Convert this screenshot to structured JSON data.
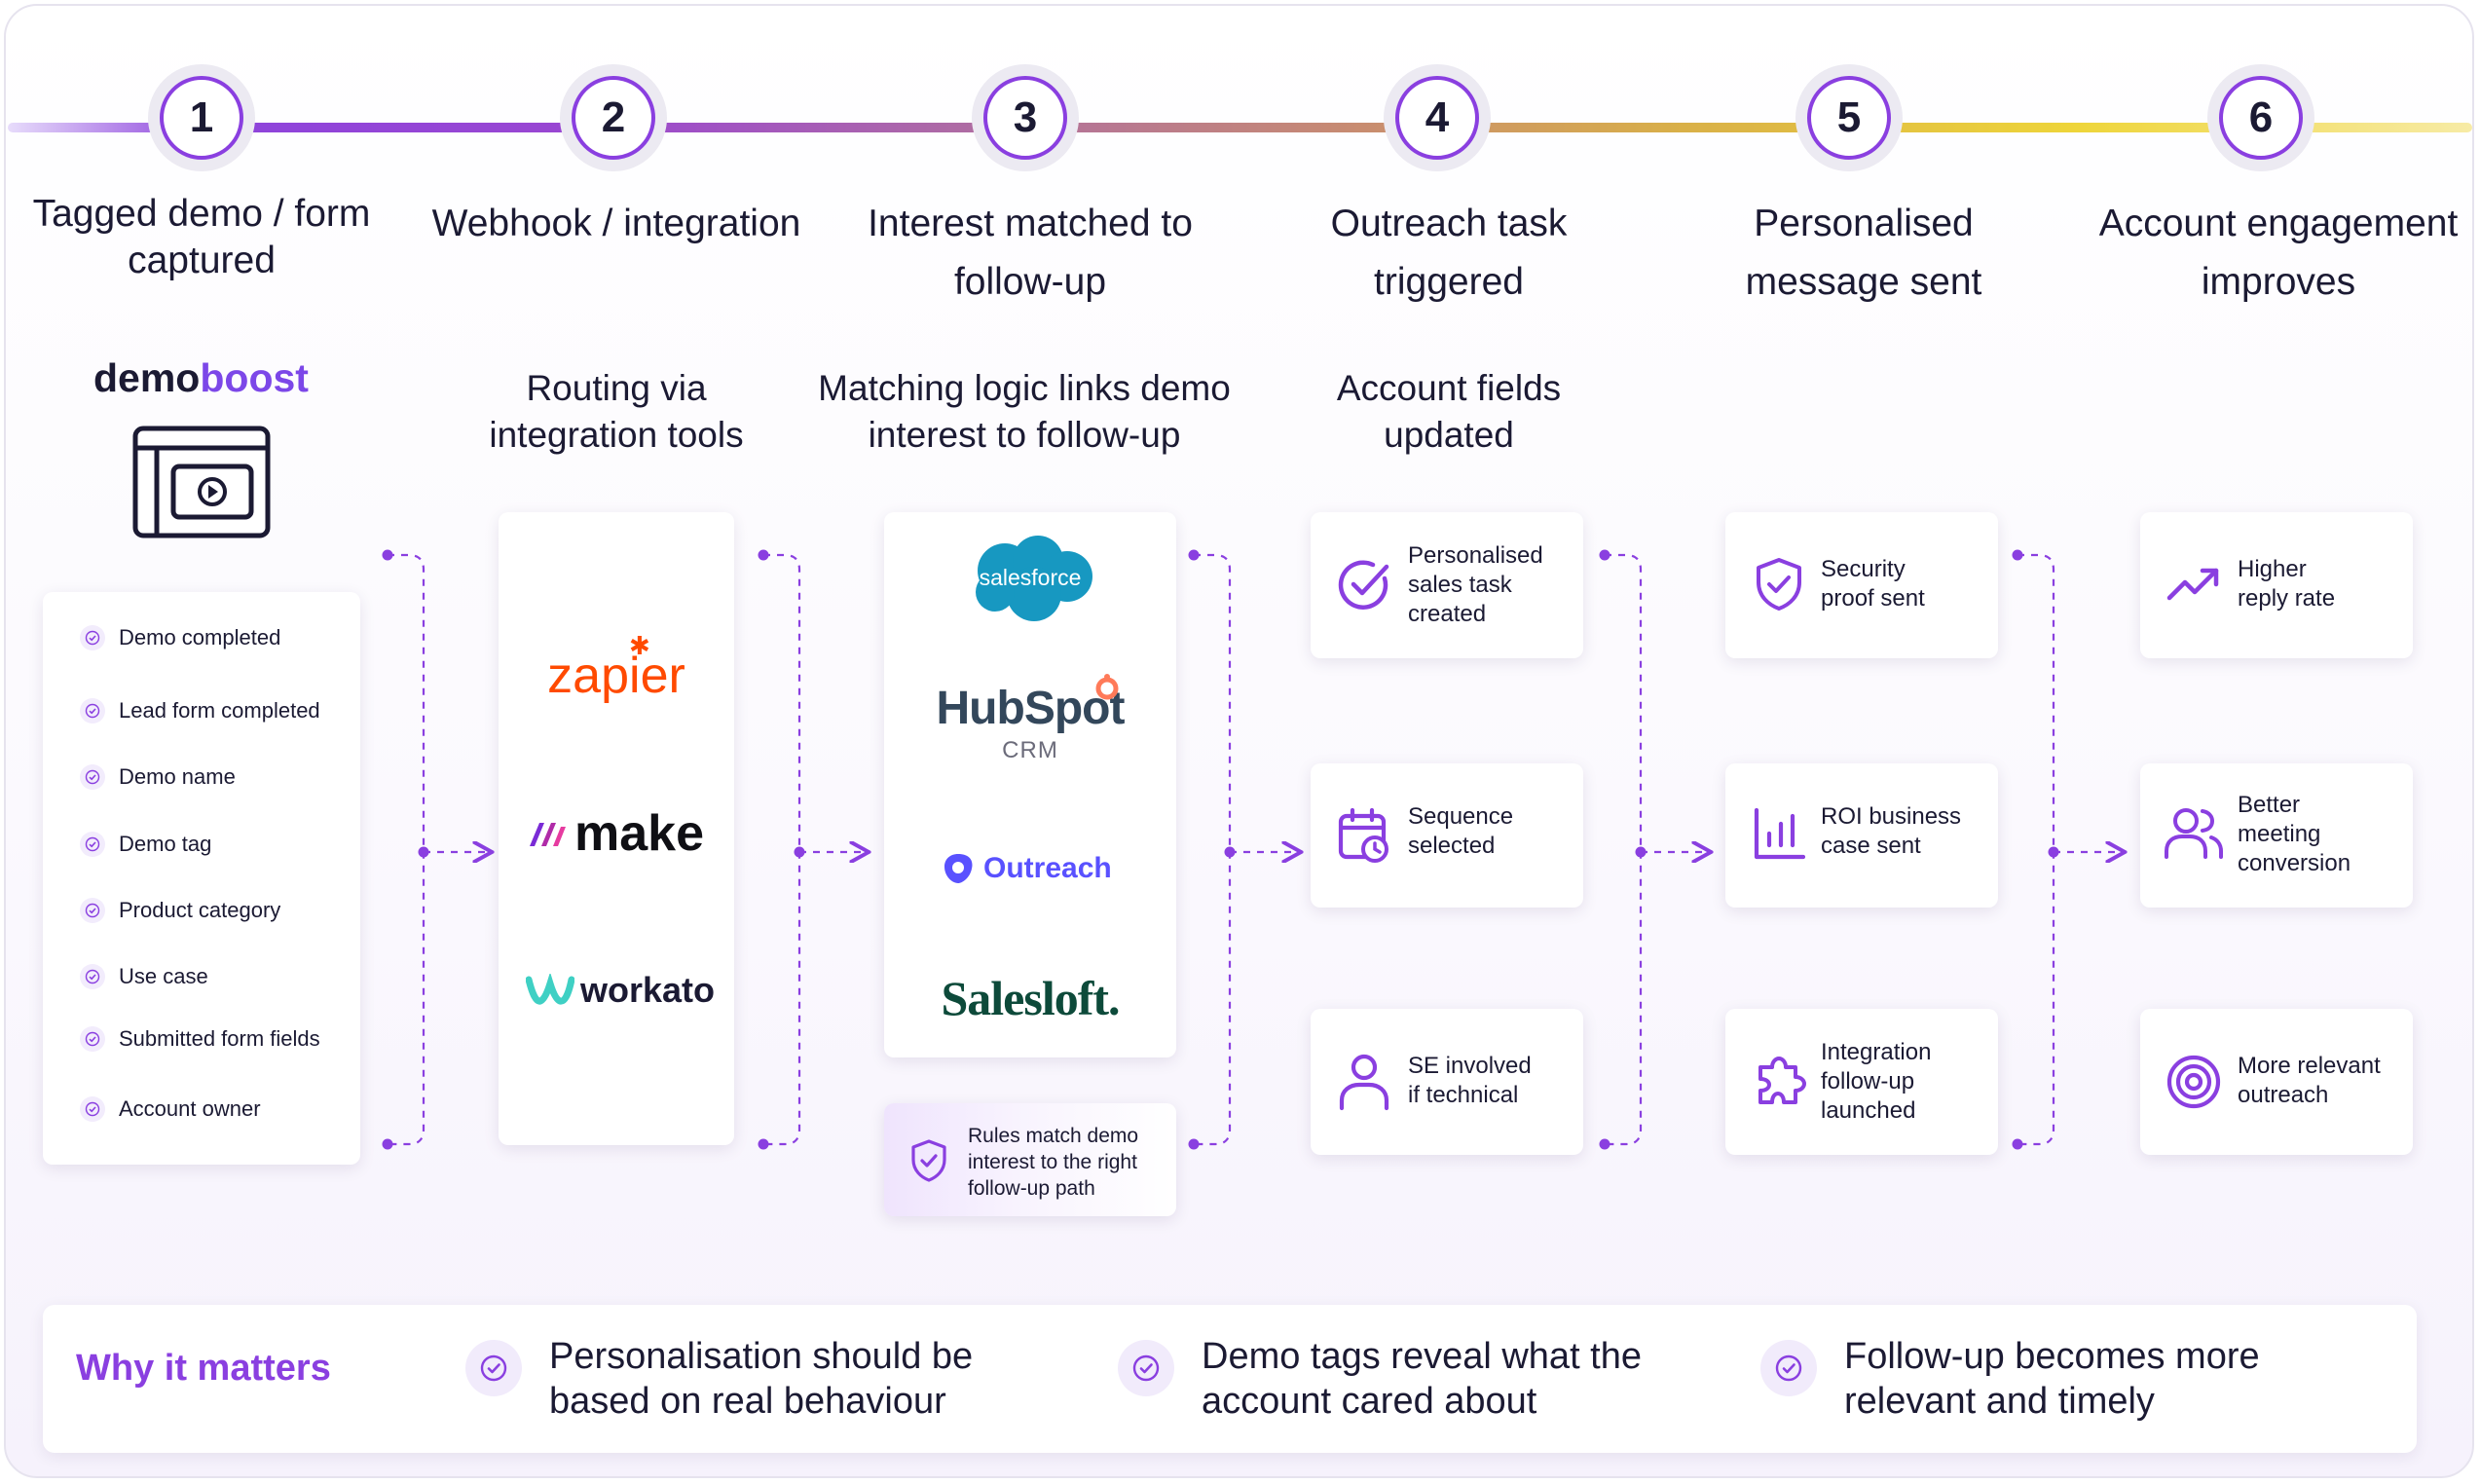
{
  "steps": [
    {
      "number": "1",
      "title_line1": "Tagged demo / form",
      "title_line2": "captured"
    },
    {
      "number": "2",
      "title_line1": "Webhook / integration",
      "title_line2": ""
    },
    {
      "number": "3",
      "title_line1": "Interest matched to",
      "title_line2": "follow-up"
    },
    {
      "number": "4",
      "title_line1": "Outreach task",
      "title_line2": "triggered"
    },
    {
      "number": "5",
      "title_line1": "Personalised",
      "title_line2": "message sent"
    },
    {
      "number": "6",
      "title_line1": "Account engagement",
      "title_line2": "improves"
    }
  ],
  "column1": {
    "brand_part1": "demo",
    "brand_part2": "boost",
    "checklist": [
      "Demo completed",
      "Lead form completed",
      "Demo name",
      "Demo tag",
      "Product category",
      "Use case",
      "Submitted form fields",
      "Account owner"
    ]
  },
  "column2": {
    "heading_line1": "Routing via",
    "heading_line2": "integration tools",
    "logos": [
      "zapier",
      "make",
      "workato"
    ]
  },
  "column3": {
    "heading_line1": "Matching logic links demo",
    "heading_line2": "interest to follow-up",
    "logos": {
      "salesforce": "salesforce",
      "hubspot": "HubSpot",
      "hubspot_sub": "CRM",
      "outreach": "Outreach",
      "salesloft": "Salesloft."
    },
    "rules_line1": "Rules match demo",
    "rules_line2": "interest to the right",
    "rules_line3": "follow-up path"
  },
  "column4": {
    "heading_line1": "Account fields",
    "heading_line2": "updated",
    "items": [
      {
        "icon": "check-circle-icon",
        "line1": "Personalised",
        "line2": "sales task",
        "line3": "created"
      },
      {
        "icon": "calendar-icon",
        "line1": "Sequence",
        "line2": "selected",
        "line3": ""
      },
      {
        "icon": "user-icon",
        "line1": "SE involved",
        "line2": "if technical",
        "line3": ""
      }
    ]
  },
  "column5": {
    "items": [
      {
        "icon": "shield-check-icon",
        "line1": "Security",
        "line2": "proof sent",
        "line3": ""
      },
      {
        "icon": "bar-chart-icon",
        "line1": "ROI business",
        "line2": "case sent",
        "line3": ""
      },
      {
        "icon": "puzzle-icon",
        "line1": "Integration",
        "line2": "follow-up",
        "line3": "launched"
      }
    ]
  },
  "column6": {
    "items": [
      {
        "icon": "trend-up-icon",
        "line1": "Higher",
        "line2": "reply rate",
        "line3": ""
      },
      {
        "icon": "users-icon",
        "line1": "Better",
        "line2": "meeting",
        "line3": "conversion"
      },
      {
        "icon": "target-icon",
        "line1": "More relevant",
        "line2": "outreach",
        "line3": ""
      }
    ]
  },
  "why": {
    "title": "Why it matters",
    "items": [
      {
        "line1": "Personalisation should be",
        "line2": "based on real behaviour"
      },
      {
        "line1": "Demo tags reveal what the",
        "line2": "account cared about"
      },
      {
        "line1": "Follow-up becomes more",
        "line2": "relevant and timely"
      }
    ]
  },
  "colors": {
    "accent": "#8a3fe0",
    "text": "#1b1a33",
    "salesforce": "#1798c1",
    "zapier": "#ff4a00",
    "hubspot": "#33475b",
    "hubspot_dot": "#ff7a59",
    "outreach": "#5951ff",
    "salesloft": "#0d4a3a",
    "workato": "#3fd0c4"
  }
}
